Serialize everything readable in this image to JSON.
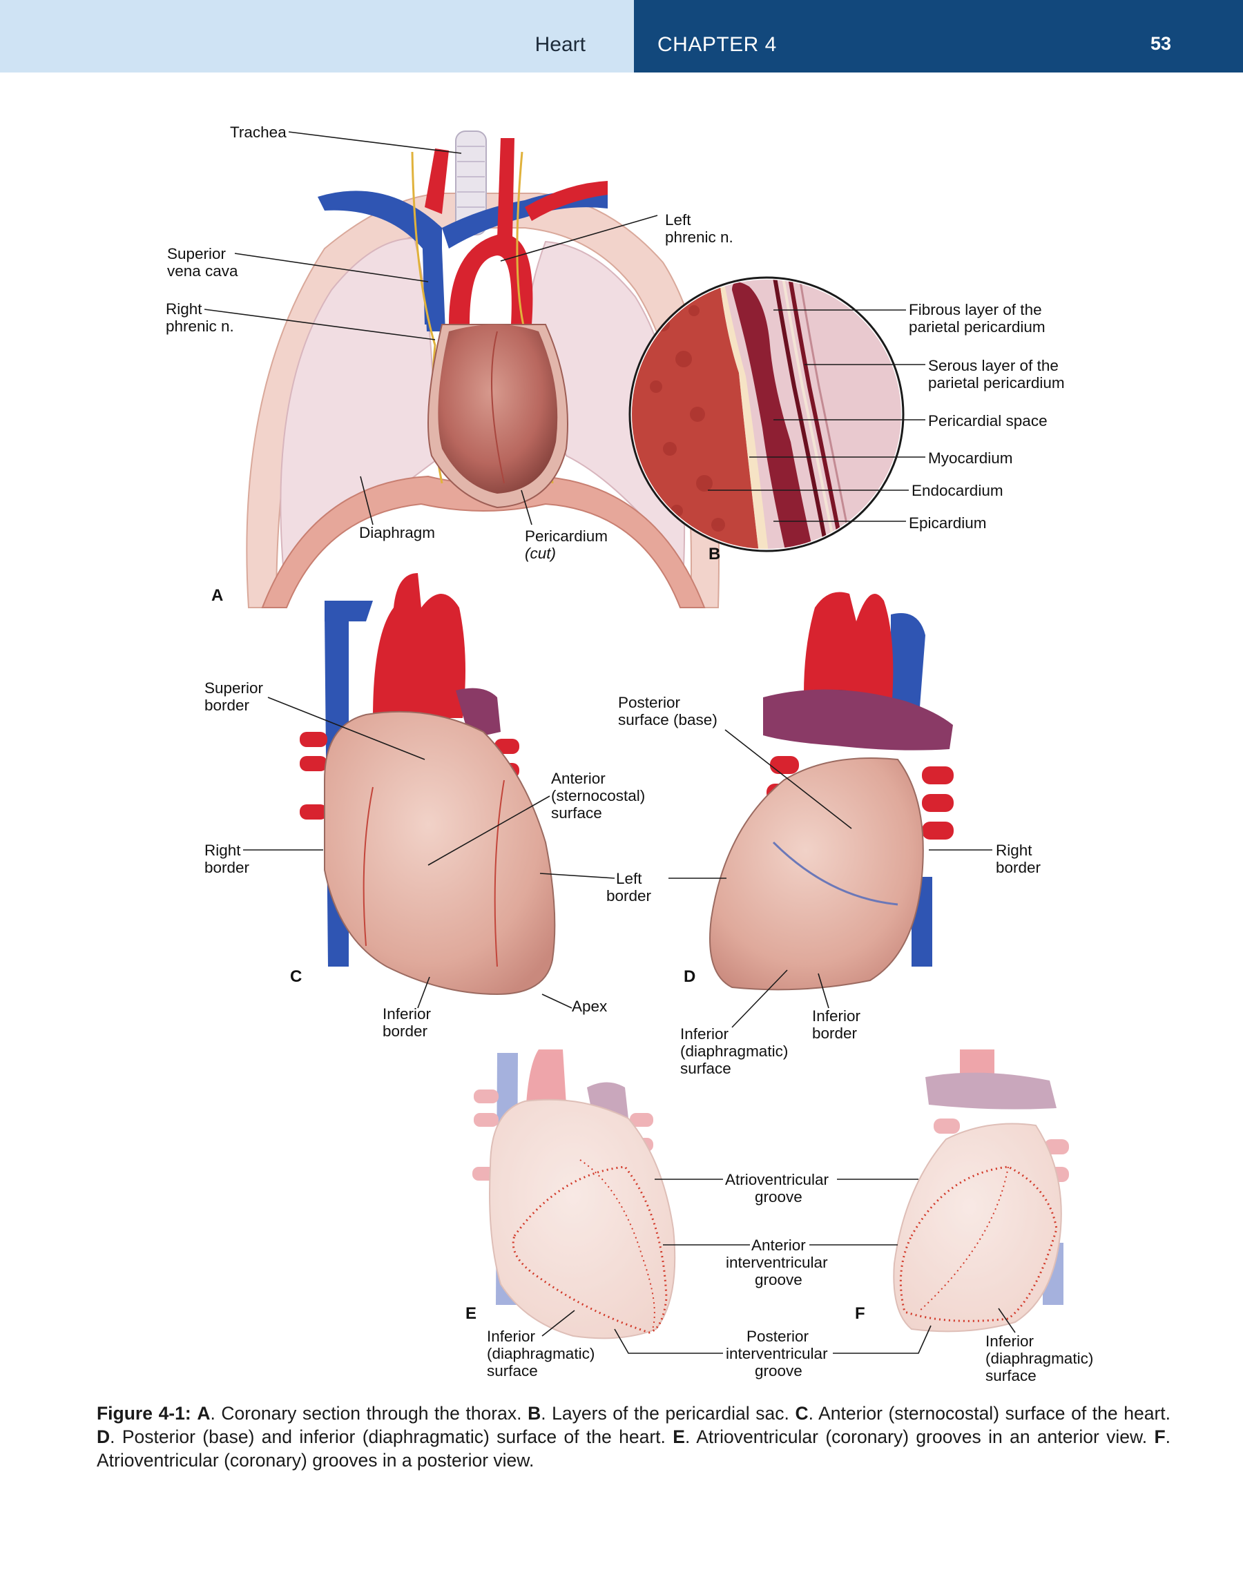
{
  "header": {
    "section_name": "Heart",
    "chapter": "CHAPTER 4",
    "page_number": "53"
  },
  "panels": {
    "a": "A",
    "b": "B",
    "c": "C",
    "d": "D",
    "e": "E",
    "f": "F"
  },
  "panel_a": {
    "trachea": "Trachea",
    "left_phrenic_1": "Left",
    "left_phrenic_2": "phrenic n.",
    "svc_1": "Superior",
    "svc_2": "vena cava",
    "right_phrenic_1": "Right",
    "right_phrenic_2": "phrenic n.",
    "diaphragm": "Diaphragm",
    "pericardium_1": "Pericardium",
    "pericardium_2": "(cut)"
  },
  "panel_b": {
    "fibrous_1": "Fibrous layer of the",
    "fibrous_2": "parietal pericardium",
    "serous_1": "Serous layer of the",
    "serous_2": "parietal pericardium",
    "pericardial_space": "Pericardial space",
    "myocardium": "Myocardium",
    "endocardium": "Endocardium",
    "epicardium": "Epicardium"
  },
  "panel_c": {
    "superior_border_1": "Superior",
    "superior_border_2": "border",
    "anterior_1": "Anterior",
    "anterior_2": "(sternocostal)",
    "anterior_3": "surface",
    "right_border_1": "Right",
    "right_border_2": "border",
    "left_border_1": "Left",
    "left_border_2": "border",
    "inferior_border_1": "Inferior",
    "inferior_border_2": "border",
    "apex": "Apex"
  },
  "panel_d": {
    "posterior_1": "Posterior",
    "posterior_2": "surface (base)",
    "right_border_1": "Right",
    "right_border_2": "border",
    "inferior_surface_1": "Inferior",
    "inferior_surface_2": "(diaphragmatic)",
    "inferior_surface_3": "surface",
    "inferior_border_1": "Inferior",
    "inferior_border_2": "border"
  },
  "panel_ef": {
    "av_groove_1": "Atrioventricular",
    "av_groove_2": "groove",
    "aiv_1": "Anterior",
    "aiv_2": "interventricular",
    "aiv_3": "groove",
    "piv_1": "Posterior",
    "piv_2": "interventricular",
    "piv_3": "groove",
    "e_inferior_1": "Inferior",
    "e_inferior_2": "(diaphragmatic)",
    "e_inferior_3": "surface",
    "f_inferior_1": "Inferior",
    "f_inferior_2": "(diaphragmatic)",
    "f_inferior_3": "surface"
  },
  "caption": {
    "figure": "Figure 4-1:",
    "a": "A",
    "a_text": ". Coronary section through the thorax. ",
    "b": "B",
    "b_text": ". Layers of the pericardial sac. ",
    "c": "C",
    "c_text": ". Anterior (sternocostal) surface of the heart. ",
    "d": "D",
    "d_text": ". Posterior (base) and inferior (diaphragmatic) surface of the heart. ",
    "e": "E",
    "e_text": ". Atrioventricular (coronary) grooves in an anterior view. ",
    "f": "F",
    "f_text": ". Atrioventricular (coronary) grooves in a posterior view."
  },
  "colors": {
    "header_light": "#cfe3f4",
    "header_dark": "#12487c",
    "artery": "#d8232f",
    "vein": "#2f55b3",
    "pulmonary": "#8a3a66",
    "heart": "#c97d72",
    "groove_dots": "#d23a2a"
  }
}
